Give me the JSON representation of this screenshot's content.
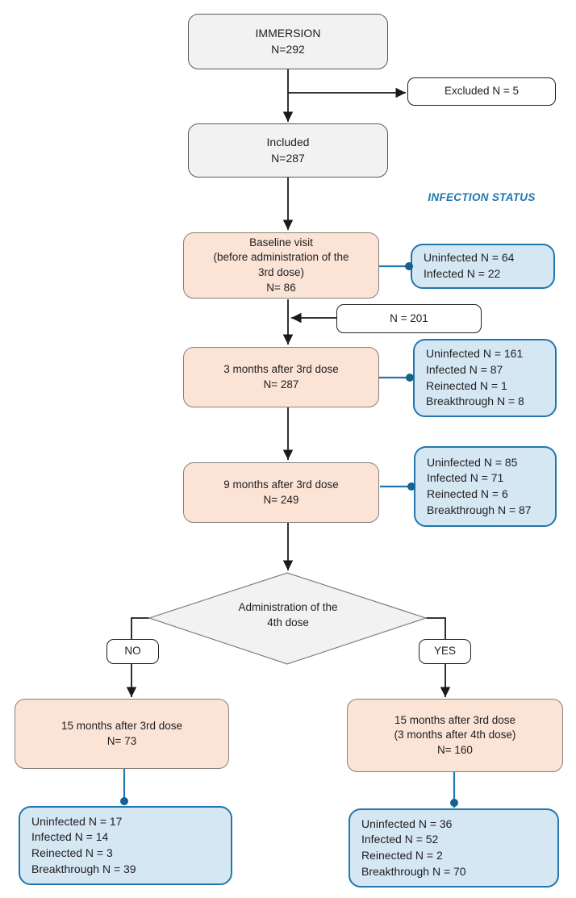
{
  "colors": {
    "gray_fill": "#f2f2f2",
    "gray_border": "#595959",
    "black_border": "#1f1f1f",
    "peach_fill": "#fbe3d6",
    "peach_border": "#8a8078",
    "blue_fill": "#d6e7f4",
    "blue_border": "#2077ae",
    "dot_blue": "#16618f",
    "arrow_black": "#1a1a1a",
    "diamond_fill": "#f2f2f2",
    "diamond_border": "#808080",
    "label_blue": "#2076ae"
  },
  "nodes": {
    "immersion": "IMMERSION\nN=292",
    "excluded": "Excluded N = 5",
    "included": "Included\nN=287",
    "infection_status": "INFECTION STATUS",
    "baseline": "Baseline visit\n(before administration of the\n3rd dose)\nN= 86",
    "baseline_status": "Uninfected N = 64\nInfected N = 22",
    "n201": "N = 201",
    "m3": "3 months after 3rd dose\nN= 287",
    "m3_status": "Uninfected N = 161\nInfected N = 87\nReinected N = 1\nBreakthrough N = 8",
    "m9": "9 months after 3rd dose\nN= 249",
    "m9_status": "Uninfected N = 85\nInfected N = 71\nReinected N = 6\nBreakthrough N = 87",
    "decision": "Administration of the\n4th dose",
    "no": "NO",
    "yes": "YES",
    "m15_no": "15 months after 3rd dose\nN= 73",
    "m15_yes": "15 months after 3rd dose\n(3 months after 4th dose)\nN= 160",
    "m15_no_status": "Uninfected N = 17\nInfected N = 14\nReinected N = 3\nBreakthrough N = 39",
    "m15_yes_status": "Uninfected N = 36\nInfected N = 52\nReinected N = 2\nBreakthrough N = 70"
  }
}
